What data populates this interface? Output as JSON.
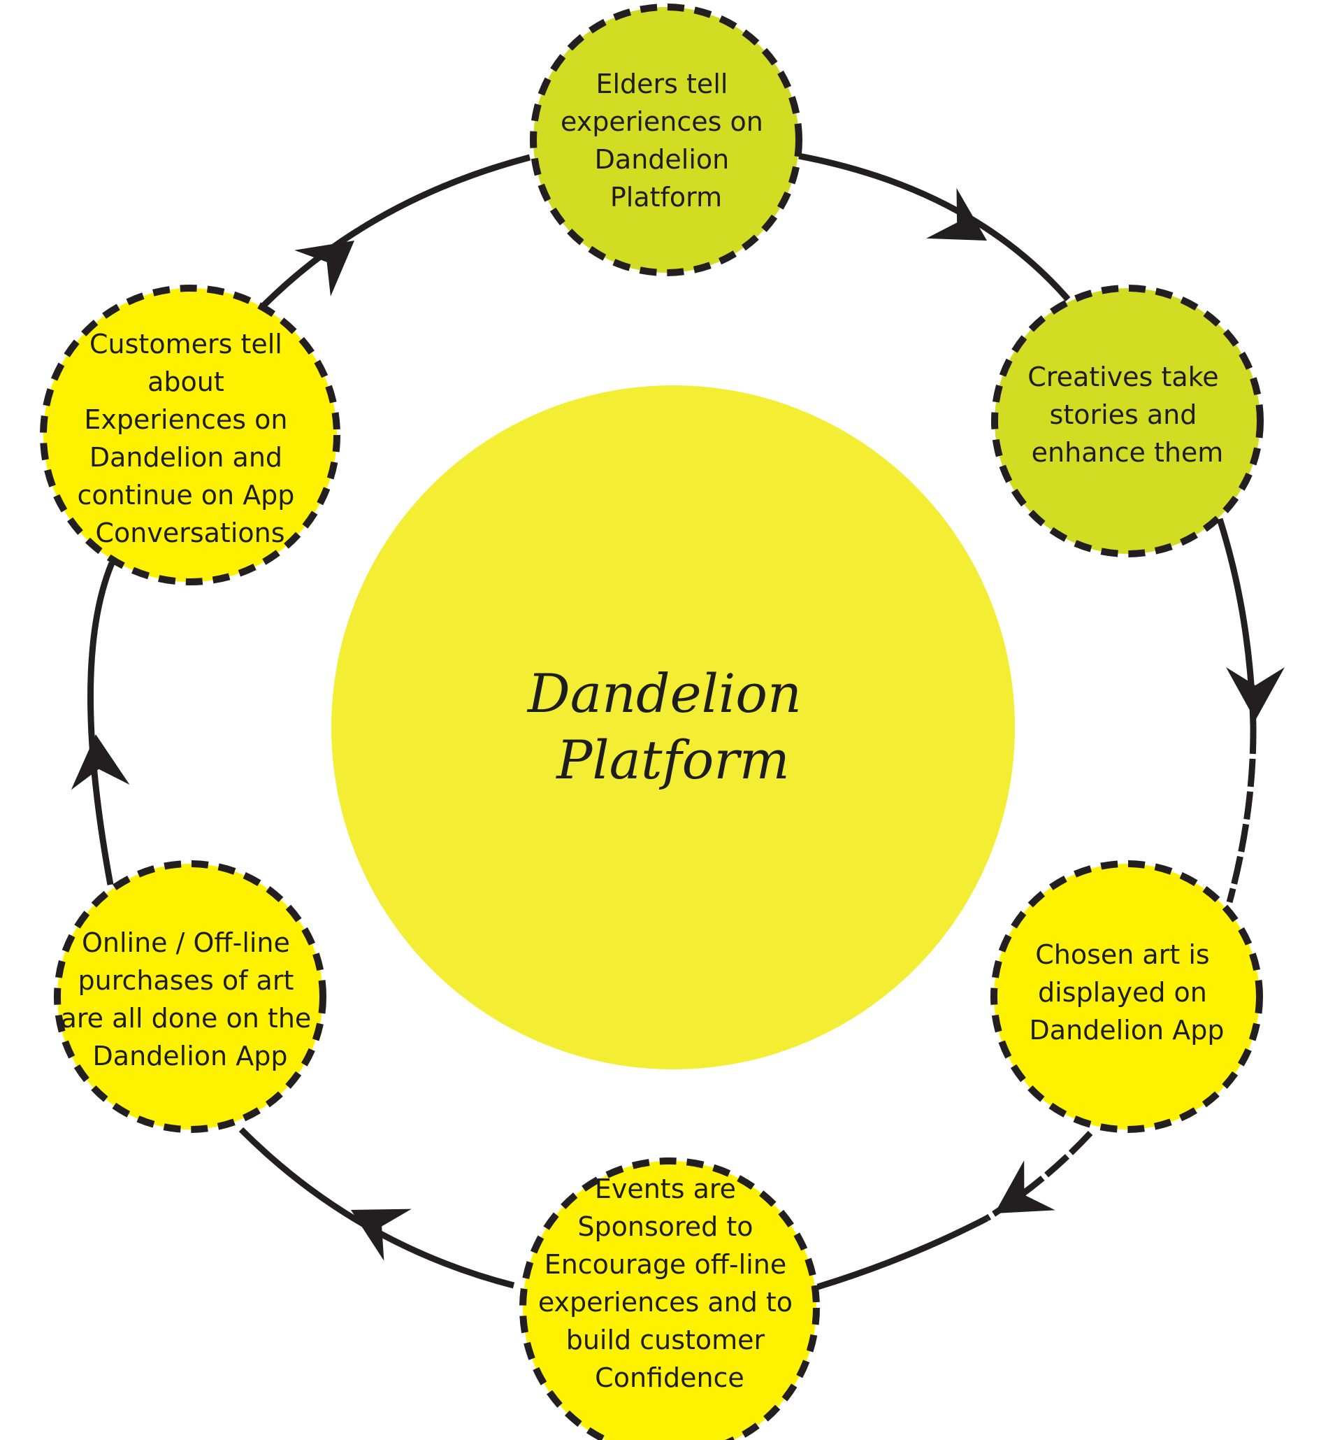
{
  "center": {
    "lines": [
      "Dandelion",
      "Platform"
    ]
  },
  "colors": {
    "green_node": "#d2dc23",
    "yellow_node": "#fff200",
    "center_fill": "#f3ee34",
    "outline": "#231f20",
    "text": "#1d1d1b"
  },
  "nodes": [
    {
      "id": "elders",
      "fill": "green",
      "lines": [
        "Elders tell",
        "experiences on",
        "Dandelion",
        "Platform"
      ]
    },
    {
      "id": "creatives",
      "fill": "green",
      "lines": [
        "Creatives take",
        "stories and",
        "enhance them"
      ]
    },
    {
      "id": "chosen-art",
      "fill": "yellow",
      "lines": [
        "Chosen art is",
        "displayed on",
        "Dandelion App"
      ]
    },
    {
      "id": "events",
      "fill": "yellow",
      "lines": [
        "Events are",
        "Sponsored to",
        "Encourage off-line",
        "experiences and to",
        "build customer",
        "Confidence"
      ]
    },
    {
      "id": "purchases",
      "fill": "yellow",
      "lines": [
        "Online / Off-line",
        "purchases of art",
        "are all done on the",
        "Dandelion App"
      ]
    },
    {
      "id": "customers",
      "fill": "yellow",
      "lines": [
        "Customers tell",
        "about",
        "Experiences on",
        "Dandelion and",
        "continue on App",
        "Conversations"
      ]
    }
  ],
  "edges": [
    {
      "from": "elders",
      "to": "creatives",
      "style": "solid"
    },
    {
      "from": "creatives",
      "to": "chosen-art",
      "style": "mixed"
    },
    {
      "from": "chosen-art",
      "to": "events",
      "style": "mixed"
    },
    {
      "from": "events",
      "to": "purchases",
      "style": "solid"
    },
    {
      "from": "purchases",
      "to": "customers",
      "style": "solid"
    },
    {
      "from": "customers",
      "to": "elders",
      "style": "solid"
    }
  ]
}
